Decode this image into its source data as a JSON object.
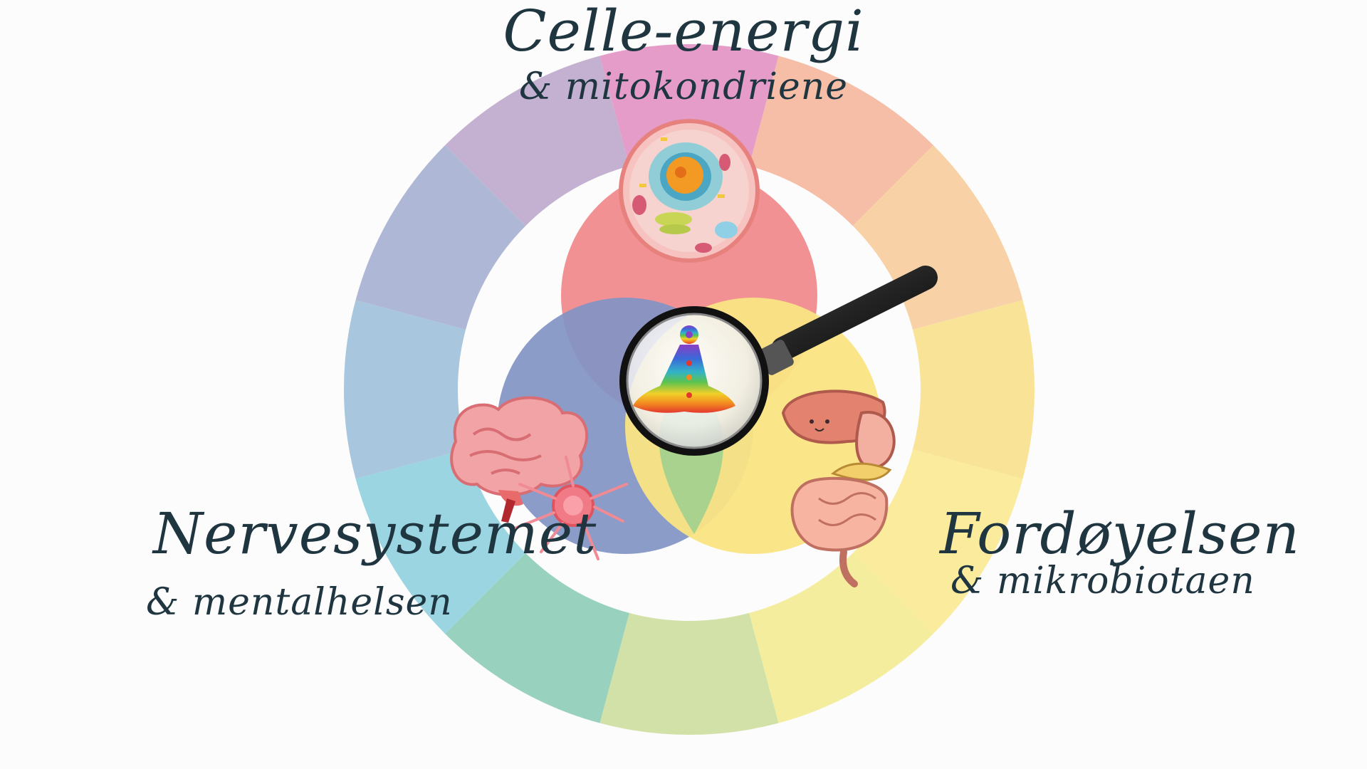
{
  "labels": {
    "top": {
      "main": "Celle-energi",
      "sub": "& mitokondriene"
    },
    "left": {
      "main": "Nervesystemet",
      "sub": "& mentalhelsen"
    },
    "right": {
      "main": "Fordøyelsen",
      "sub": "& mikrobiotaen"
    }
  },
  "wheel_colors": [
    "#f6bea6",
    "#f8d2a6",
    "#f9e397",
    "#faeb9d",
    "#f5ed9e",
    "#d2e1a7",
    "#98d1bd",
    "#9bd5e2",
    "#a8c6dd",
    "#aeb7d5",
    "#c4b0d0",
    "#e59cc9"
  ],
  "venn_colors": {
    "top": "#f48a8c",
    "left": "#8496c8",
    "right": "#fde885",
    "center": "#6cc694"
  },
  "icons": {
    "top": "cell-icon",
    "left": "brain-neuron-icon",
    "right": "digestive-organs-icon",
    "center": "magnifier-meditation-icon"
  }
}
